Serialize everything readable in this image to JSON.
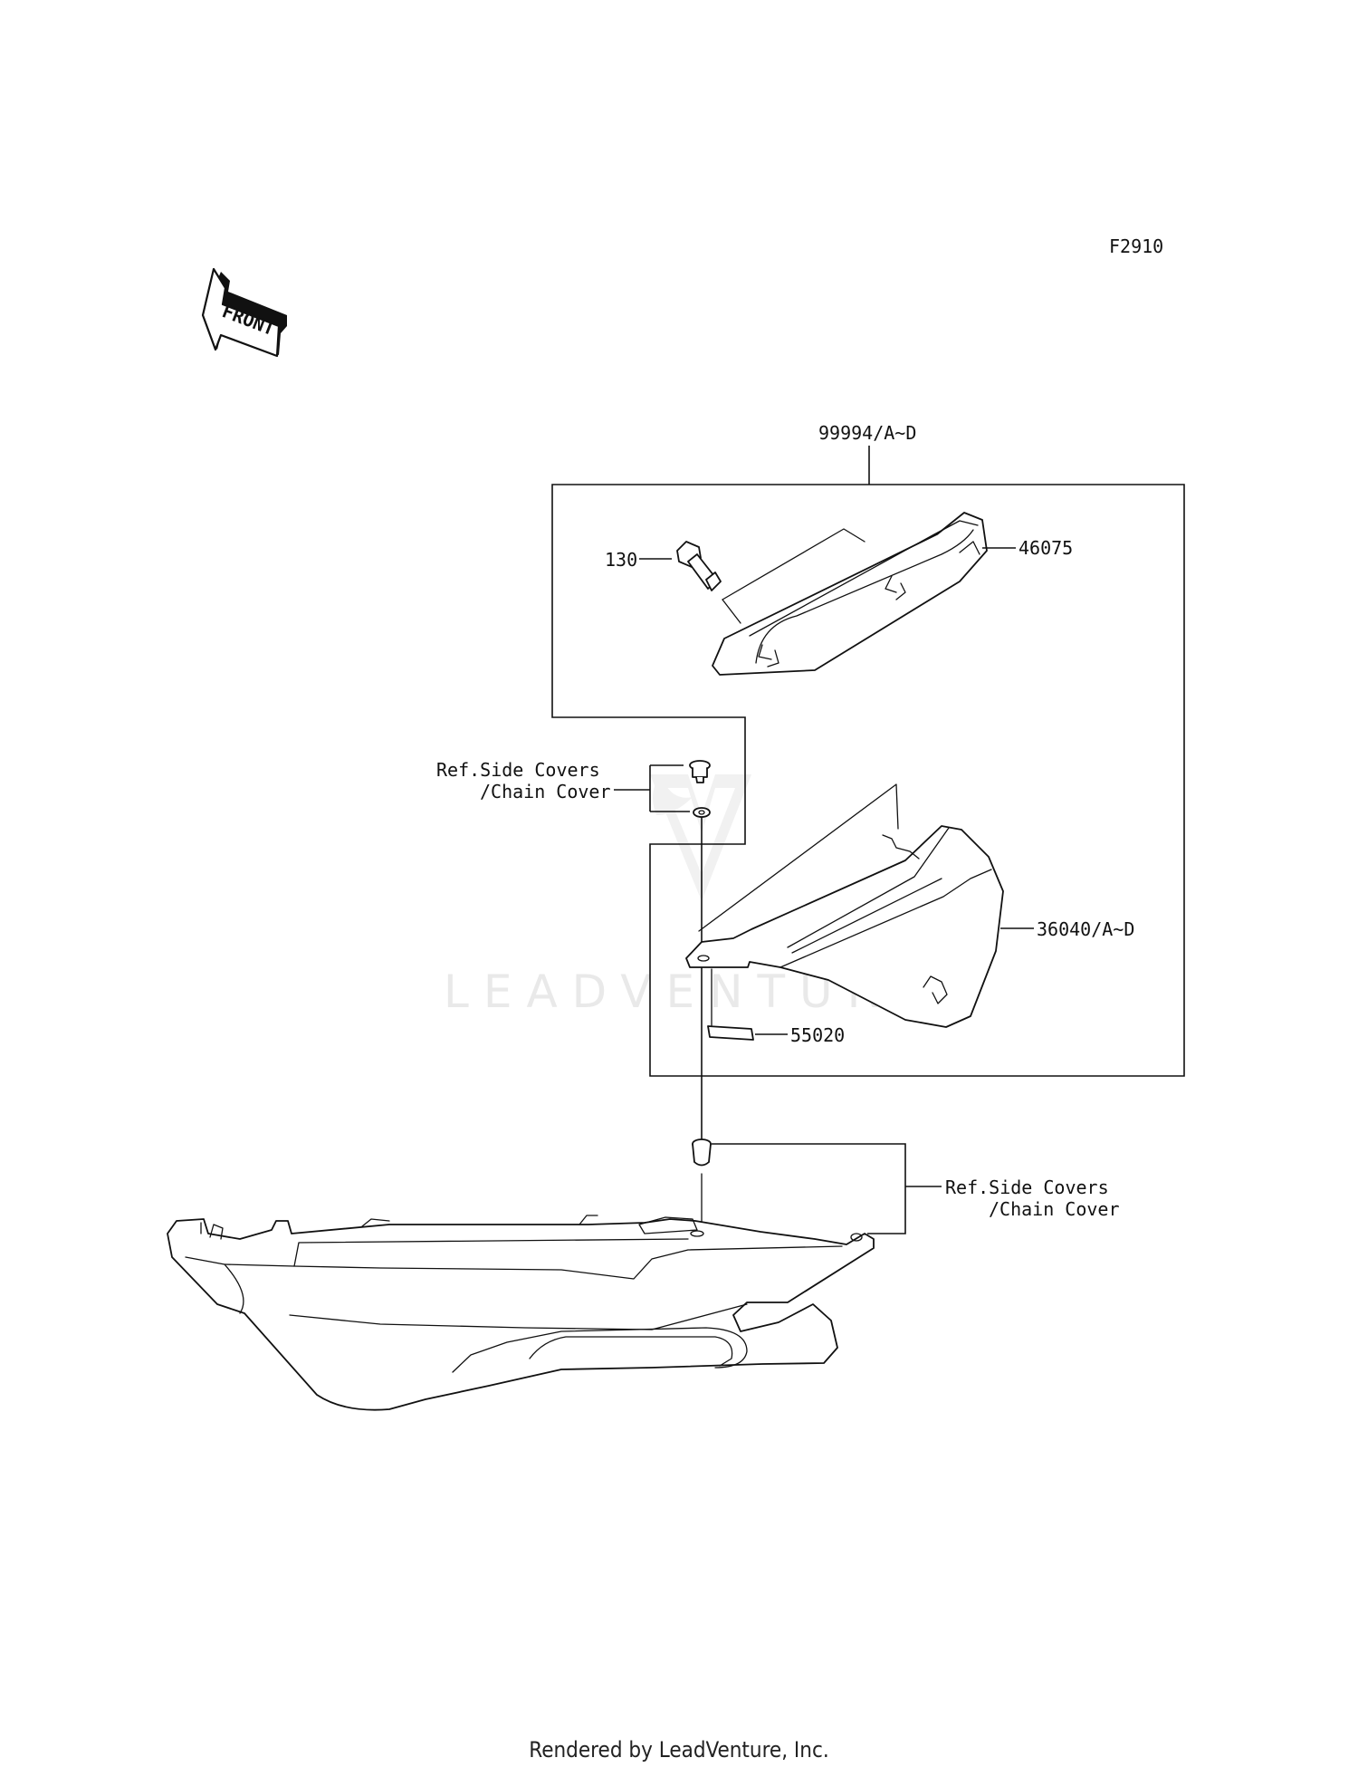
{
  "diagram_code": "F2910",
  "front_label": "FRONT",
  "watermark": "LEADVENTURE",
  "callouts": {
    "kit": "99994/A~D",
    "bolt": "130",
    "grab_bar": "46075",
    "cover": "36040/A~D",
    "pad": "55020",
    "ref_top_line1": "Ref.Side Covers",
    "ref_top_line2": "/Chain Cover",
    "ref_bottom_line1": "Ref.Side Covers",
    "ref_bottom_line2": "/Chain Cover"
  },
  "footer": "Rendered by LeadVenture, Inc."
}
